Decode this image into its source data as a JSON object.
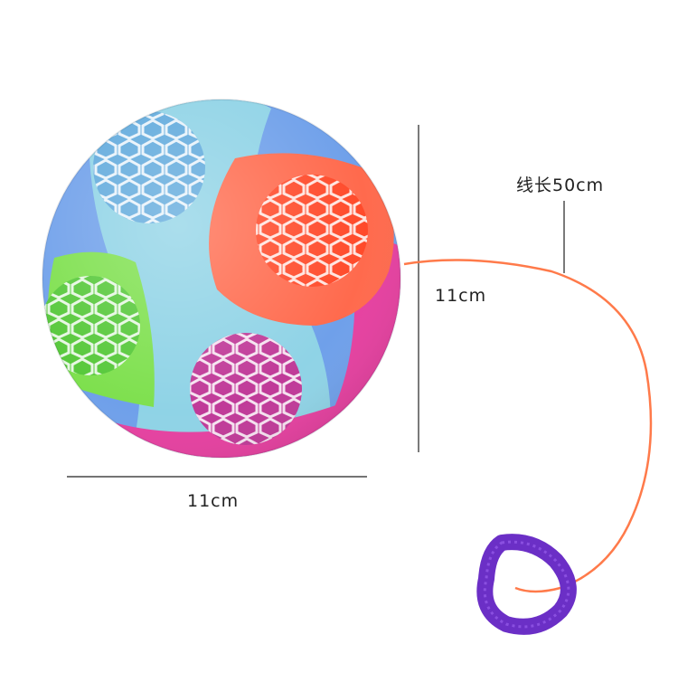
{
  "labels": {
    "width": "11cm",
    "height": "11cm",
    "string_length": "线长50cm"
  },
  "colors": {
    "blue": "#6fa0ea",
    "cyan": "#8fd3e6",
    "orange": "#ff6a4d",
    "magenta": "#e640a0",
    "green": "#7ee04e",
    "string": "#ff7a4a",
    "loop": "#6b2fc6",
    "dimension_line": "#222222"
  },
  "image": {
    "subject": "light-up bouncing ball on elastic string",
    "icons": [
      "ball-icon",
      "string-icon",
      "hair-tie-loop-icon"
    ]
  }
}
